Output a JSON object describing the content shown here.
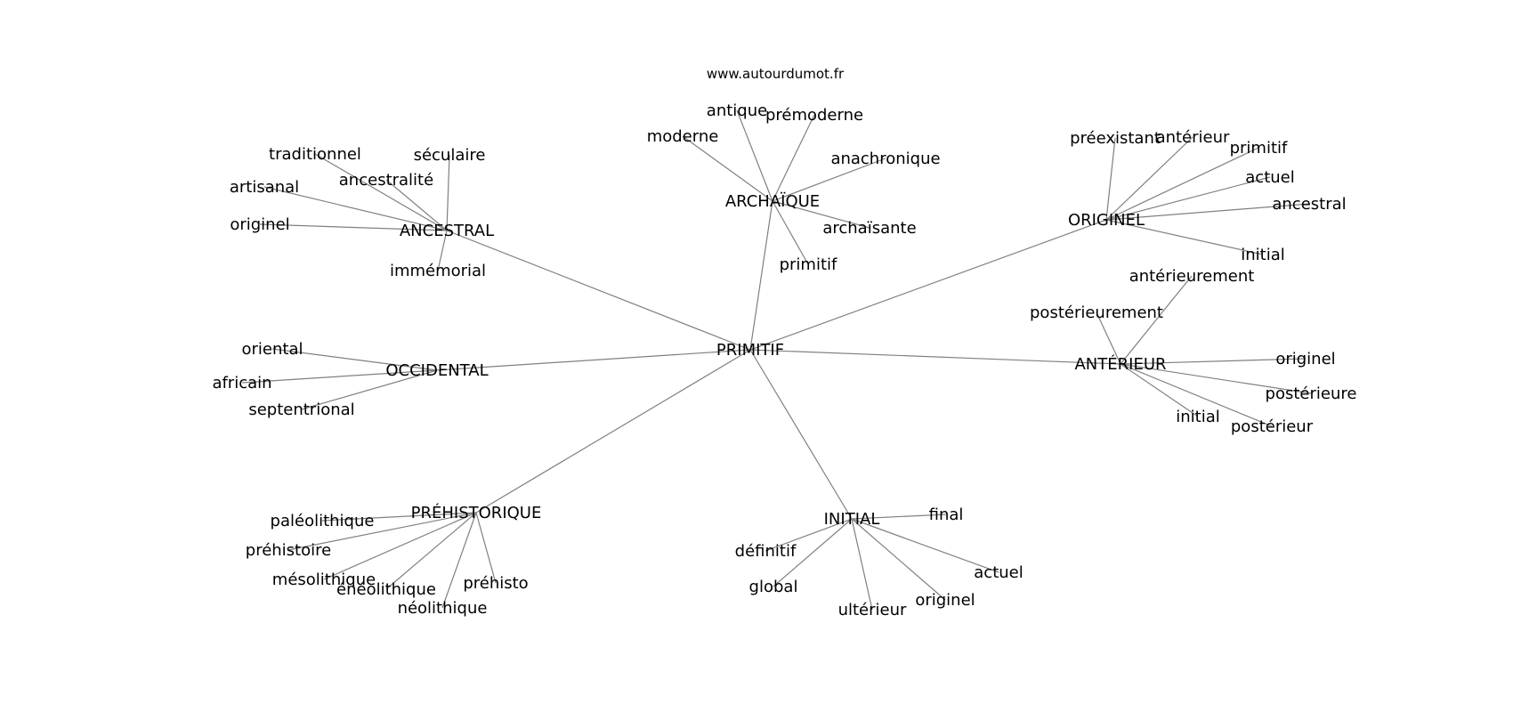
{
  "watermark": "www.autourdumot.fr",
  "center": "PRIMITIF",
  "hubs": [
    {
      "label": "ARCHAÏQUE",
      "children": [
        "antique",
        "prémoderne",
        "moderne",
        "anachronique",
        "archaïsante",
        "primitif"
      ]
    },
    {
      "label": "ANCESTRAL",
      "children": [
        "traditionnel",
        "séculaire",
        "ancestralité",
        "artisanal",
        "originel",
        "immémorial"
      ]
    },
    {
      "label": "ORIGINEL",
      "children": [
        "préexistant",
        "antérieur",
        "primitif",
        "actuel",
        "ancestral",
        "initial"
      ]
    },
    {
      "label": "ANTÉRIEUR",
      "children": [
        "antérieurement",
        "postérieurement",
        "originel",
        "postérieure",
        "initial",
        "postérieur"
      ]
    },
    {
      "label": "OCCIDENTAL",
      "children": [
        "oriental",
        "africain",
        "septentrional"
      ]
    },
    {
      "label": "PRÉHISTORIQUE",
      "children": [
        "paléolithique",
        "préhistoire",
        "mésolithique",
        "énéolithique",
        "préhisto",
        "néolithique"
      ]
    },
    {
      "label": "INITIAL",
      "children": [
        "final",
        "définitif",
        "global",
        "actuel",
        "originel",
        "ultérieur"
      ]
    }
  ]
}
